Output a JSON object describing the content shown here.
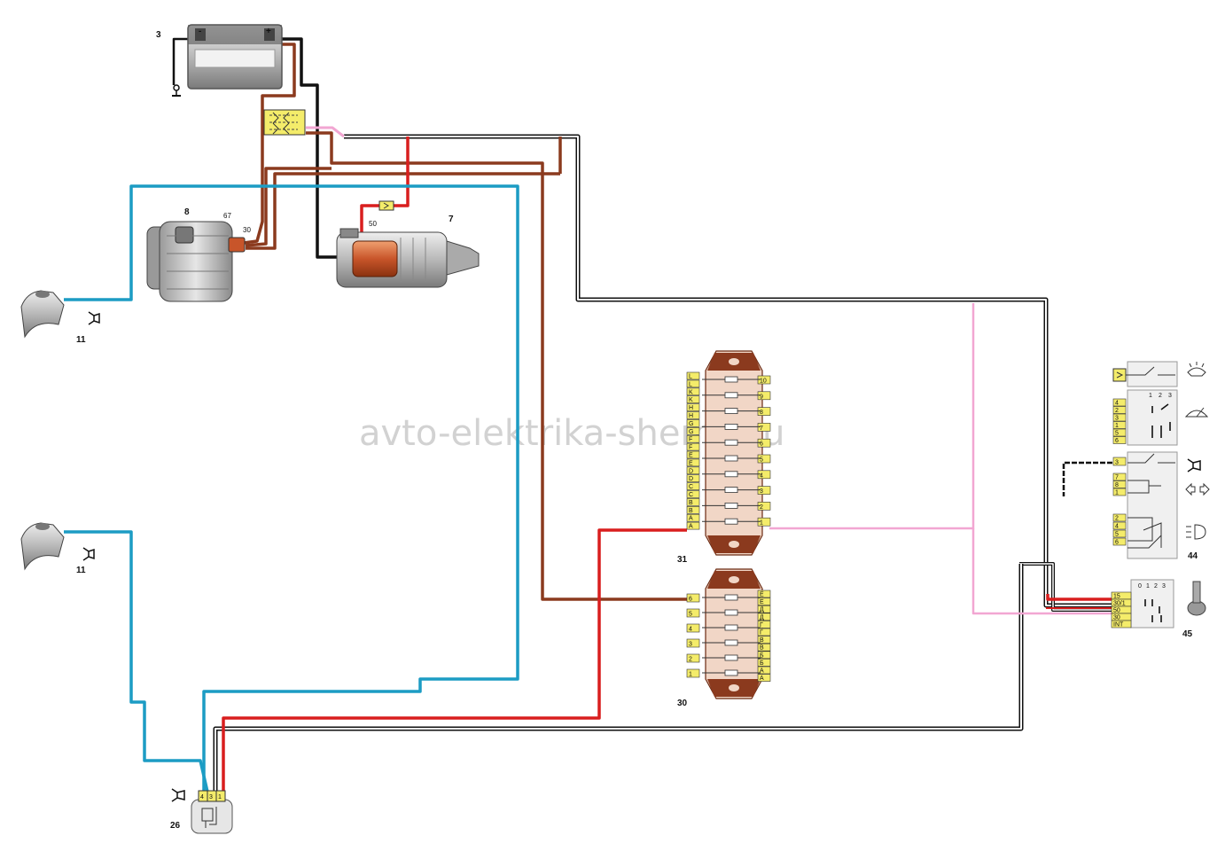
{
  "watermark": "avto-elektrika-shema.ru",
  "components": {
    "battery": {
      "number": "3",
      "minus": "-",
      "plus": "+"
    },
    "alternator": {
      "number": "8",
      "terminal_67": "67",
      "terminal_30": "30"
    },
    "starter": {
      "number": "7",
      "terminal_50": "50"
    },
    "horn_upper": {
      "number": "11"
    },
    "horn_lower": {
      "number": "11"
    },
    "horn_relay": {
      "number": "26",
      "pins": [
        "4",
        "3",
        "1"
      ]
    },
    "fuse_block_31": {
      "number": "31",
      "left_pins": [
        "L",
        "L",
        "K",
        "K",
        "H",
        "H",
        "G",
        "G",
        "F",
        "F",
        "E",
        "E",
        "D",
        "D",
        "C",
        "C",
        "B",
        "B",
        "A",
        "A"
      ],
      "right_pins": [
        "10",
        "9",
        "8",
        "7",
        "6",
        "5",
        "4",
        "3",
        "2",
        "1"
      ]
    },
    "fuse_block_30": {
      "number": "30",
      "left_pins": [
        "6",
        "5",
        "4",
        "3",
        "2",
        "1"
      ],
      "right_pins": [
        "Е",
        "Е",
        "Д",
        "Д",
        "Г",
        "Г",
        "В",
        "В",
        "Б",
        "Б",
        "А",
        "А"
      ]
    },
    "switch_44": {
      "number": "44",
      "wiper_pins": [
        "4",
        "2",
        "3",
        "1",
        "5",
        "6"
      ],
      "wiper_positions": [
        "1",
        "2",
        "3"
      ],
      "horn_pins": [
        "3"
      ],
      "turn_pins": [
        "7",
        "8",
        "1"
      ],
      "light_pins": [
        "2",
        "4",
        "5",
        "6"
      ]
    },
    "ignition_45": {
      "number": "45",
      "pins": [
        "15",
        "30/1",
        "50",
        "30",
        "INT"
      ],
      "positions": [
        "0",
        "1",
        "2",
        "3"
      ]
    }
  },
  "colors": {
    "black": "#111111",
    "brown": "#8b3a1e",
    "red": "#d91e1e",
    "blue": "#1c9cc4",
    "pink": "#f2a6d2",
    "connector_yellow": "#f4ec6a",
    "fuse_block_body": "#f1d6c6"
  },
  "icons": [
    "battery-icon",
    "alternator-icon",
    "starter-icon",
    "horn-icon",
    "relay-icon",
    "fuse-block-icon",
    "wiper-icon",
    "washer-icon",
    "turn-signal-icon",
    "headlight-icon",
    "key-icon",
    "ground-icon"
  ]
}
